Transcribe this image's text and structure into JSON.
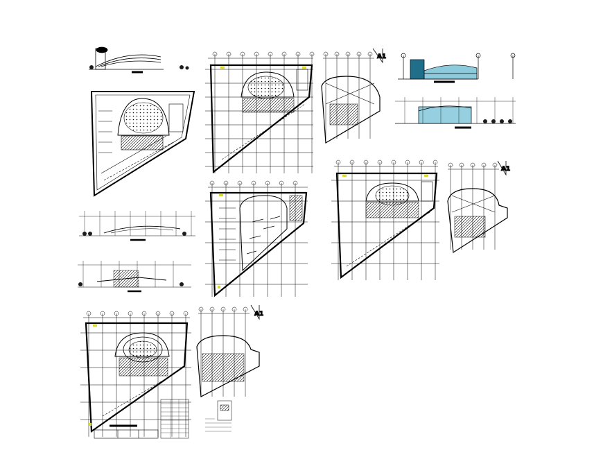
{
  "drawing": {
    "north_labels": [
      "A1",
      "A1",
      "A1"
    ],
    "colors": {
      "ink": "#000000",
      "grid": "#1a1a1a",
      "tint": "#d9d93a",
      "glass": "#3fa7c4",
      "tree": "#1c1c1c"
    }
  }
}
